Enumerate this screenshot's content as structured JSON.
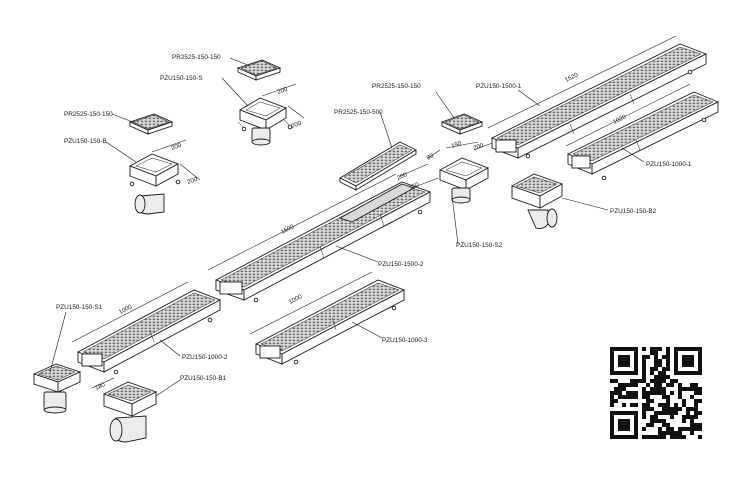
{
  "labels": {
    "pr2525_a": "PR2525-150-150",
    "pzu_s": "PZU150-150-S",
    "pr2525_b": "PR2525-150-150",
    "pzu_b": "PZU150-150-B",
    "pr2525_500": "PR2525-150-500",
    "pr2525_c": "PR2525-150-150",
    "pzu_1500_1": "PZU150-1500-1",
    "pzu_1000_1": "PZU150-1000-1",
    "pzu_b2": "PZU150-150-B2",
    "pzu_s2": "PZU150-150-S2",
    "pzu_1500_2": "PZU150-1500-2",
    "pzu_s1": "PZU150-150-S1",
    "pzu_1000_2": "PZU150-1000-2",
    "pzu_1000_3": "PZU150-1000-3",
    "pzu_b1": "PZU150-150-B1"
  },
  "dimensions": {
    "d200_s_a": "200",
    "d200_s_b": "200",
    "d200_b_a": "200",
    "d200_b_b": "200",
    "d1520": "1520",
    "d1020": "1020",
    "d150": "150",
    "d200_s2": "200",
    "d80": "80",
    "d200_mid": "200",
    "d150_mid": "150",
    "d1500": "1500",
    "d1000_s1": "1000",
    "d1000_3": "1000",
    "d180": "180"
  },
  "colors": {
    "line": "#1a1a1a",
    "grate_fill": "#d9d9d9",
    "background": "#ffffff"
  }
}
